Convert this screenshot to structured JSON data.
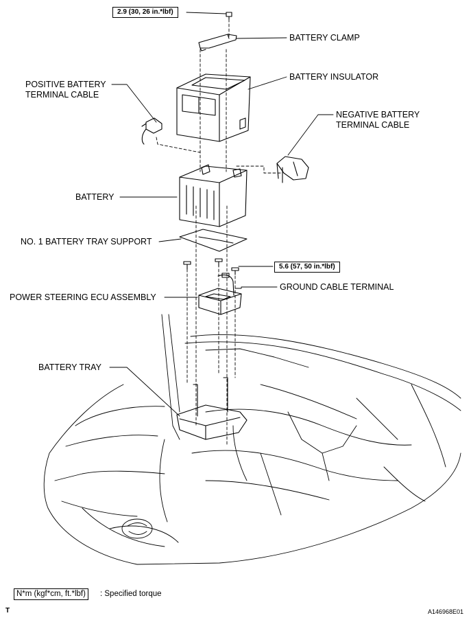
{
  "labels": {
    "battery_clamp": "BATTERY CLAMP",
    "battery_insulator": "BATTERY INSULATOR",
    "positive_cable_line1": "POSITIVE BATTERY",
    "positive_cable_line2": "TERMINAL CABLE",
    "negative_cable_line1": "NEGATIVE BATTERY",
    "negative_cable_line2": "TERMINAL CABLE",
    "battery": "BATTERY",
    "tray_support": "NO. 1 BATTERY TRAY SUPPORT",
    "ground_cable": "GROUND CABLE TERMINAL",
    "ecu_assembly": "POWER STEERING ECU ASSEMBLY",
    "battery_tray": "BATTERY TRAY"
  },
  "torque": {
    "clamp": "2.9 (30, 26 in.*lbf)",
    "ground": "5.6 (57, 50 in.*lbf)"
  },
  "legend": {
    "unit_box": "N*m (kgf*cm, ft.*lbf)",
    "description": ": Specified torque"
  },
  "footer": {
    "left_mark": "T",
    "figure_id": "A146968E01"
  }
}
